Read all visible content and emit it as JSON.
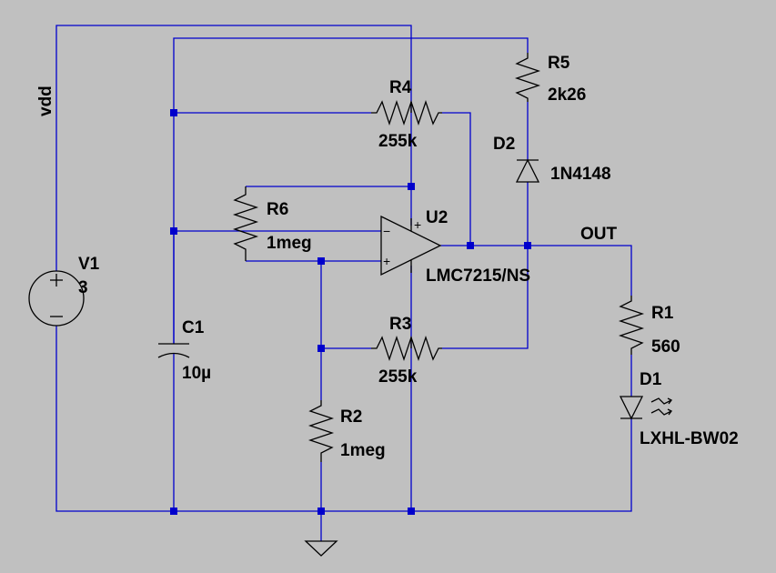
{
  "net_labels": {
    "vdd": "vdd",
    "out": "OUT"
  },
  "components": {
    "V1": {
      "ref": "V1",
      "value": "3"
    },
    "C1": {
      "ref": "C1",
      "value": "10µ"
    },
    "R1": {
      "ref": "R1",
      "value": "560"
    },
    "R2": {
      "ref": "R2",
      "value": "1meg"
    },
    "R3": {
      "ref": "R3",
      "value": "255k"
    },
    "R4": {
      "ref": "R4",
      "value": "255k"
    },
    "R5": {
      "ref": "R5",
      "value": "2k26"
    },
    "R6": {
      "ref": "R6",
      "value": "1meg"
    },
    "D1": {
      "ref": "D1",
      "value": "LXHL-BW02"
    },
    "D2": {
      "ref": "D2",
      "value": "1N4148"
    },
    "U2": {
      "ref": "U2",
      "value": "LMC7215/NS"
    }
  },
  "pin_marks": {
    "inverting": "−",
    "noninverting": "+",
    "supply": "+"
  },
  "colors": {
    "background": "#c0c0c0",
    "wire": "#0000cc",
    "symbol": "#000000",
    "text": "#000000"
  }
}
